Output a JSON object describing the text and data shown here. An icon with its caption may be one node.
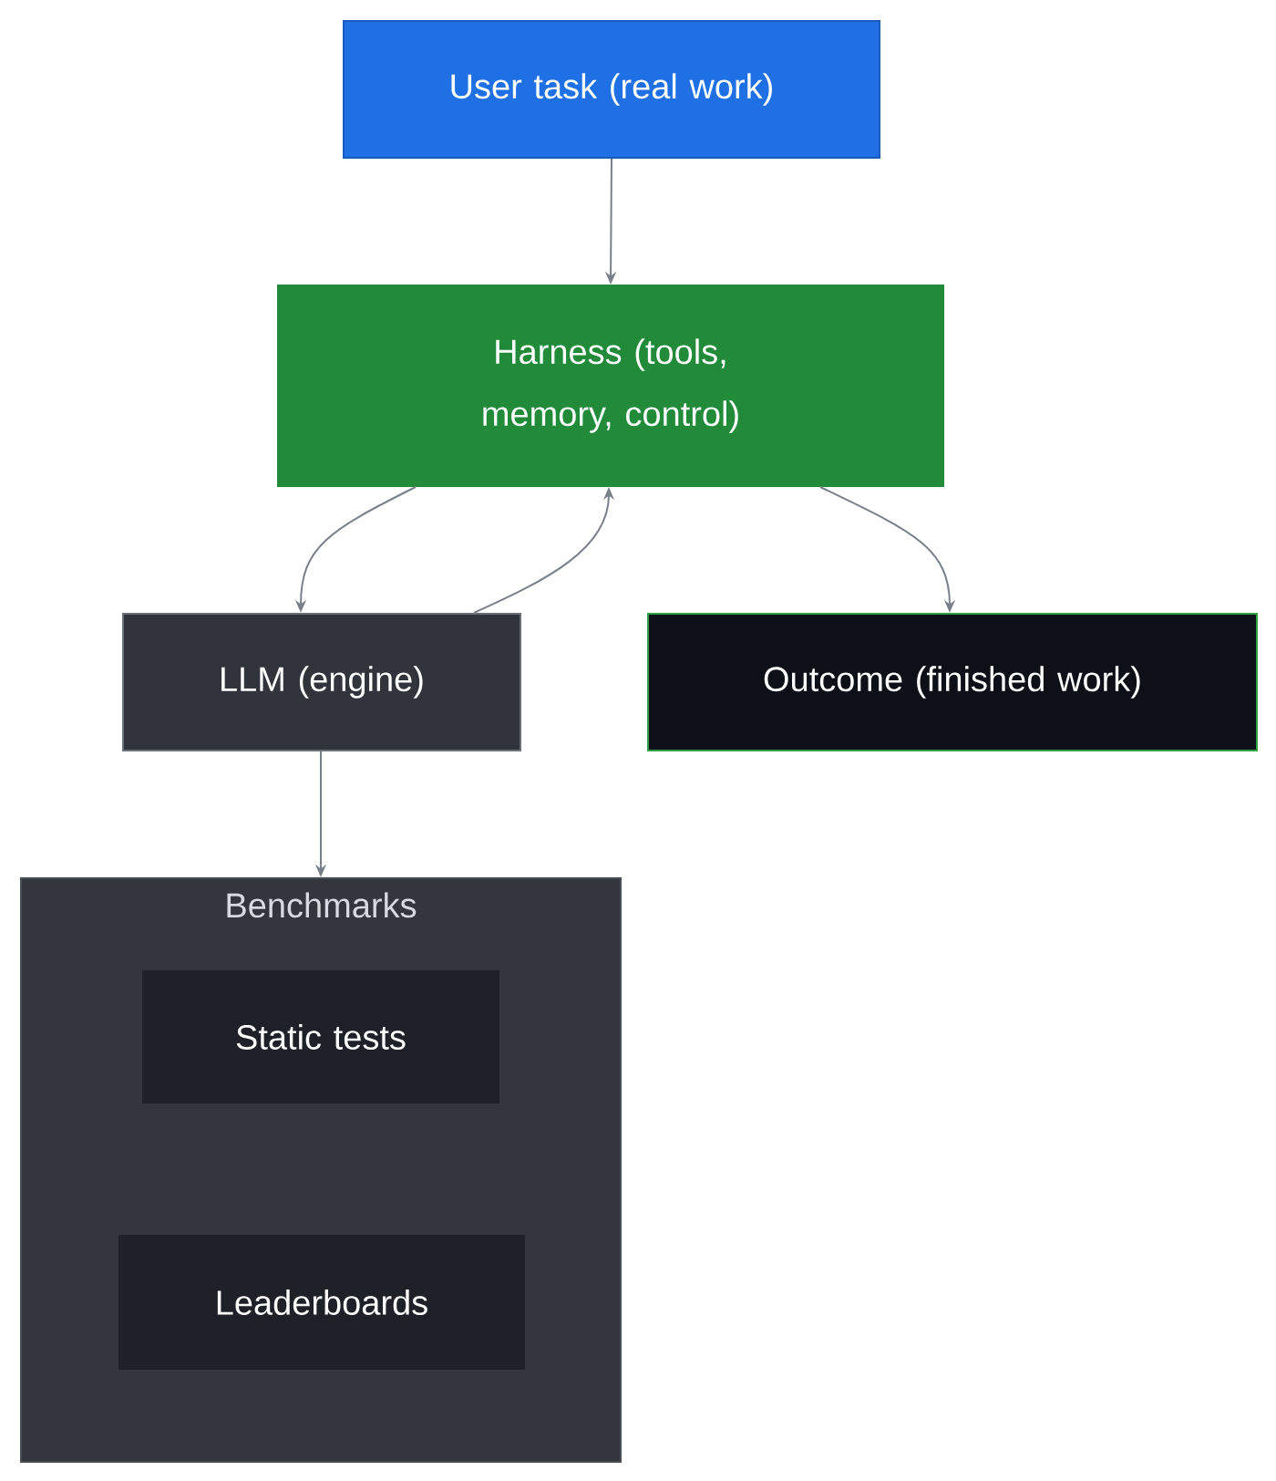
{
  "diagram": {
    "nodes": [
      {
        "text": [
          "User task (real work)"
        ]
      },
      {
        "text": [
          "Harness (tools, memory, control)"
        ]
      },
      {
        "text": [
          "LLM (engine)"
        ]
      },
      {
        "text": [
          "Outcome (finished work)"
        ]
      },
      {
        "text": [
          "Benchmarks"
        ]
      },
      {
        "text": [
          "Static tests"
        ],
        "in": 4
      },
      {
        "text": [
          "Leaderboards"
        ],
        "in": 4
      }
    ],
    "edges": [
      {
        "from": 0,
        "to": 1,
        "arrow": "to"
      },
      {
        "from": 1,
        "to": 2,
        "arrow": "to"
      },
      {
        "from": 2,
        "to": 1,
        "arrow": "to"
      },
      {
        "from": 1,
        "to": 3,
        "arrow": "to"
      },
      {
        "from": 2,
        "to": 4,
        "arrow": "to"
      }
    ]
  }
}
